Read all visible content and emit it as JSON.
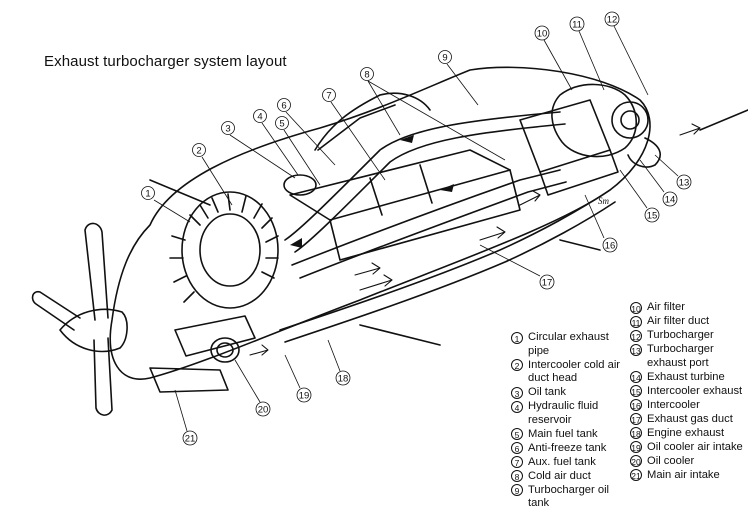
{
  "title": "Exhaust turbocharger system layout",
  "legend": [
    {
      "num": "1",
      "label": "Circular exhaust pipe"
    },
    {
      "num": "2",
      "label": "Intercooler cold air duct head"
    },
    {
      "num": "3",
      "label": "Oil tank"
    },
    {
      "num": "4",
      "label": "Hydraulic fluid reservoir"
    },
    {
      "num": "5",
      "label": "Main fuel tank"
    },
    {
      "num": "6",
      "label": "Anti-freeze tank"
    },
    {
      "num": "7",
      "label": "Aux. fuel tank"
    },
    {
      "num": "8",
      "label": "Cold air duct"
    },
    {
      "num": "9",
      "label": "Turbocharger oil tank"
    },
    {
      "num": "10",
      "label": "Air filter"
    },
    {
      "num": "11",
      "label": "Air filter duct"
    },
    {
      "num": "12",
      "label": "Turbocharger"
    },
    {
      "num": "13",
      "label": "Turbocharger exhaust port"
    },
    {
      "num": "14",
      "label": "Exhaust turbine"
    },
    {
      "num": "15",
      "label": "Intercooler exhaust"
    },
    {
      "num": "16",
      "label": "Intercooler"
    },
    {
      "num": "17",
      "label": "Exhaust gas duct"
    },
    {
      "num": "18",
      "label": "Engine exhaust"
    },
    {
      "num": "19",
      "label": "Oil cooler air intake"
    },
    {
      "num": "20",
      "label": "Oil cooler"
    },
    {
      "num": "21",
      "label": "Main air intake"
    }
  ],
  "artist_signature": "Sm"
}
